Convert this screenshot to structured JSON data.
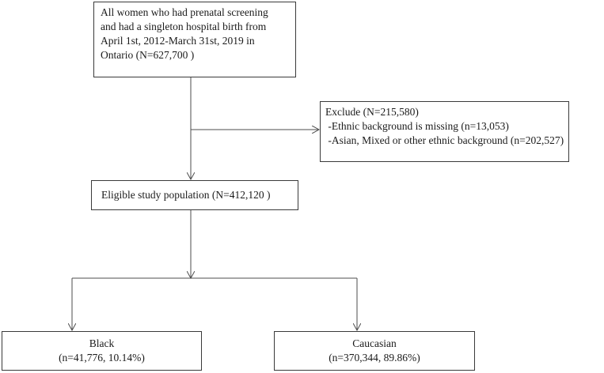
{
  "flowchart": {
    "start": {
      "lines": [
        "All women who had prenatal screening",
        "and had a singleton hospital birth from",
        "April 1st, 2012-March 31st, 2019 in",
        "Ontario  (N=627,700 )"
      ]
    },
    "exclude": {
      "title": "Exclude (N=215,580)",
      "items": [
        " -Ethnic background is missing (n=13,053)",
        " -Asian, Mixed or other ethnic background (n=202,527)"
      ]
    },
    "eligible": {
      "label": "Eligible  study  population (N=412,120 )"
    },
    "groups": [
      {
        "name": "Black",
        "count": "(n=41,776,  10.14%)"
      },
      {
        "name": "Caucasian",
        "count": "(n=370,344,  89.86%)"
      }
    ]
  },
  "colors": {
    "line": "#4d4d4d",
    "border": "#3a3a3a",
    "text": "#1a1a1a"
  }
}
